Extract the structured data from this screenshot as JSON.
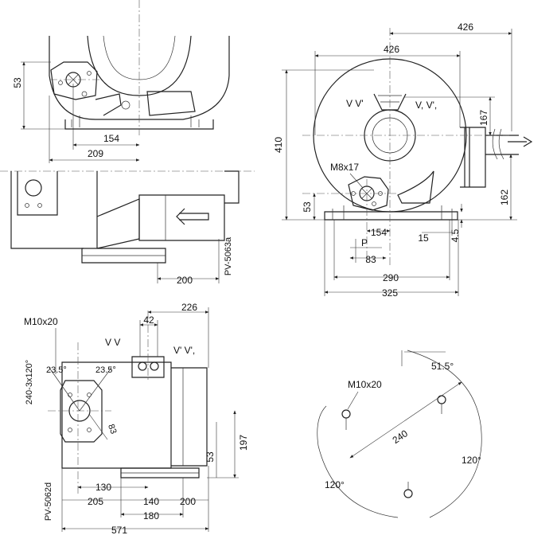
{
  "views": {
    "top_left": {
      "dims": {
        "h53": "53",
        "w154": "154",
        "w209": "209"
      },
      "side": {
        "w200": "200",
        "code": "PV-5063a"
      }
    },
    "top_right": {
      "dims": {
        "w426_top": "426",
        "w426": "426",
        "h410": "410",
        "h167": "167",
        "h162": "162",
        "h53": "53",
        "w154": "154",
        "w83": "83",
        "w290": "290",
        "w325": "325",
        "w15": "15",
        "h4_5": "4.5",
        "p": "P"
      },
      "labels": {
        "vv1": "V V'",
        "vv2": "V, V',",
        "bolt": "M8x17"
      }
    },
    "bottom_left": {
      "labels": {
        "m10": "M10x20",
        "deg_a": "23.5°",
        "deg_b": "23.5°",
        "pcd": "240-3x120°",
        "vv1": "V V",
        "vv2": "V' V',",
        "d83": "83",
        "code": "PV-5062d"
      },
      "dims": {
        "w226": "226",
        "w42": "42",
        "h197": "197",
        "h53": "53",
        "w130": "130",
        "w205": "205",
        "w140": "140",
        "w200": "200",
        "w180": "180",
        "w571": "571"
      }
    },
    "bottom_right": {
      "labels": {
        "m10": "M10x20",
        "a515": "51.5°",
        "d240": "240",
        "a120r": "120°",
        "a120l": "120°"
      }
    }
  }
}
